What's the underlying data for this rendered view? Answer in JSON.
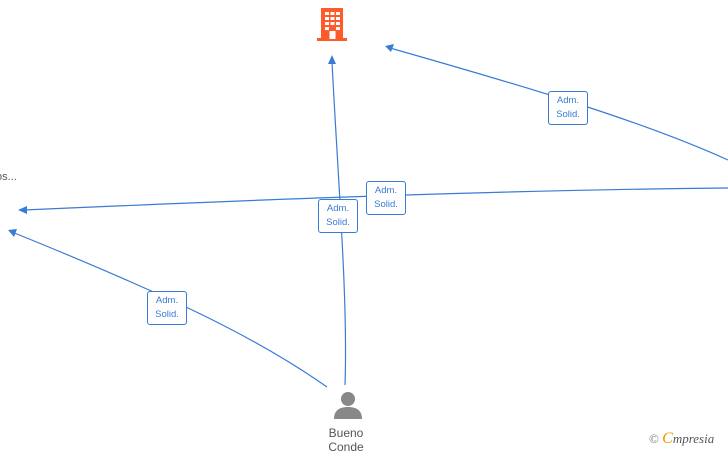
{
  "nodes": {
    "person": {
      "name": "Bueno Conde",
      "name_line1": "Bueno",
      "name_line2": "Conde",
      "icon": "person-icon"
    },
    "company_top": {
      "icon": "building-icon",
      "color": "#ff5a2a"
    },
    "left_node": {
      "label": "os..."
    }
  },
  "edges": [
    {
      "label_line1": "Adm.",
      "label_line2": "Solid."
    },
    {
      "label_line1": "Adm.",
      "label_line2": "Solid."
    },
    {
      "label_line1": "Adm.",
      "label_line2": "Solid."
    },
    {
      "label_line1": "Adm.",
      "label_line2": "Solid."
    }
  ],
  "colors": {
    "edge": "#3a7bd5",
    "company": "#ff5a2a",
    "person": "#888888",
    "brand": "#f29400"
  },
  "watermark": {
    "copyright": "©",
    "brand_initial": "C",
    "brand_rest": "mpresia"
  }
}
